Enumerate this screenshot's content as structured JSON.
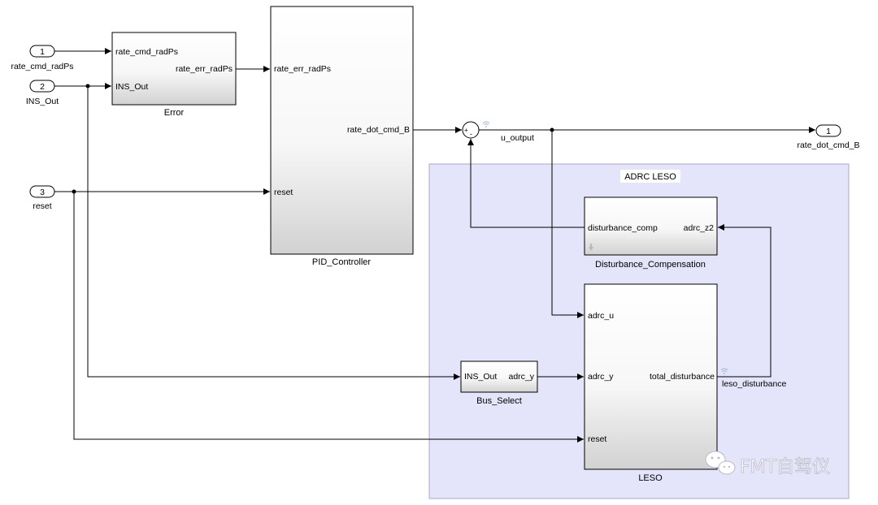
{
  "inports": [
    {
      "num": "1",
      "name": "rate_cmd_radPs"
    },
    {
      "num": "2",
      "name": "INS_Out"
    },
    {
      "num": "3",
      "name": "reset"
    }
  ],
  "outport": {
    "num": "1",
    "name": "rate_dot_cmd_B"
  },
  "blocks": {
    "error": {
      "name": "Error",
      "ports_in": [
        "rate_cmd_radPs",
        "INS_Out"
      ],
      "port_out": "rate_err_radPs"
    },
    "pid": {
      "name": "PID_Controller",
      "ports_in": [
        "rate_err_radPs",
        "reset"
      ],
      "port_out": "rate_dot_cmd_B"
    },
    "disturbance": {
      "name": "Disturbance_Compensation",
      "port_out": "disturbance_comp",
      "port_in": "adrc_z2"
    },
    "leso": {
      "name": "LESO",
      "ports_in": [
        "adrc_u",
        "adrc_y",
        "reset"
      ],
      "port_out": "total_disturbance"
    },
    "bus_select": {
      "name": "Bus_Select",
      "port_in": "INS_Out",
      "port_out": "adrc_y"
    }
  },
  "sum": {
    "signs": [
      "+",
      "-"
    ]
  },
  "signals": {
    "u_output": "u_output",
    "leso_disturbance": "leso_disturbance"
  },
  "area": {
    "title": "ADRC LESO"
  },
  "watermark": {
    "text": "FMT自驾仪"
  },
  "colors": {
    "area_fill": "#e4e4fa",
    "area_border": "#a8a8c4",
    "block_top": "#ffffff",
    "block_bottom": "#d4d4d4",
    "signal_icon": "#9db4d4"
  }
}
